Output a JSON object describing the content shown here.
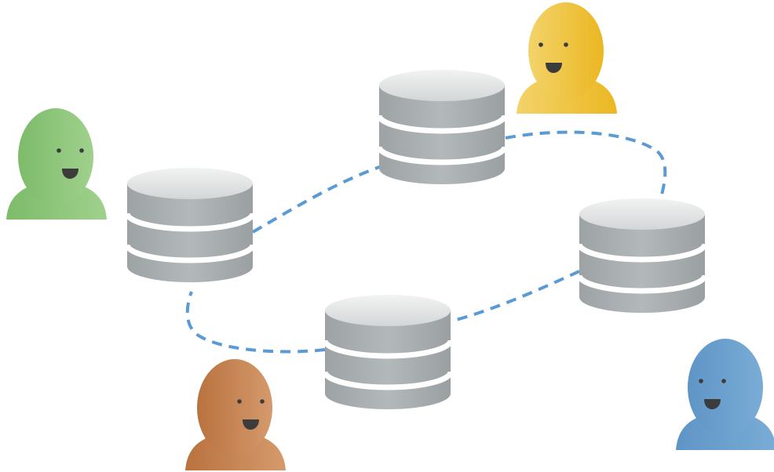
{
  "diagram": {
    "background": "#ffffff",
    "connection_color": "#5b9bd5",
    "connection_style": "dashed",
    "databases": [
      {
        "id": "db-left"
      },
      {
        "id": "db-top"
      },
      {
        "id": "db-right"
      },
      {
        "id": "db-bottom"
      }
    ],
    "users": [
      {
        "id": "user-green",
        "color": "#8dc57a"
      },
      {
        "id": "user-yellow",
        "color": "#f0c23a"
      },
      {
        "id": "user-orange",
        "color": "#c98654"
      },
      {
        "id": "user-blue",
        "color": "#6fa3cf"
      }
    ]
  }
}
